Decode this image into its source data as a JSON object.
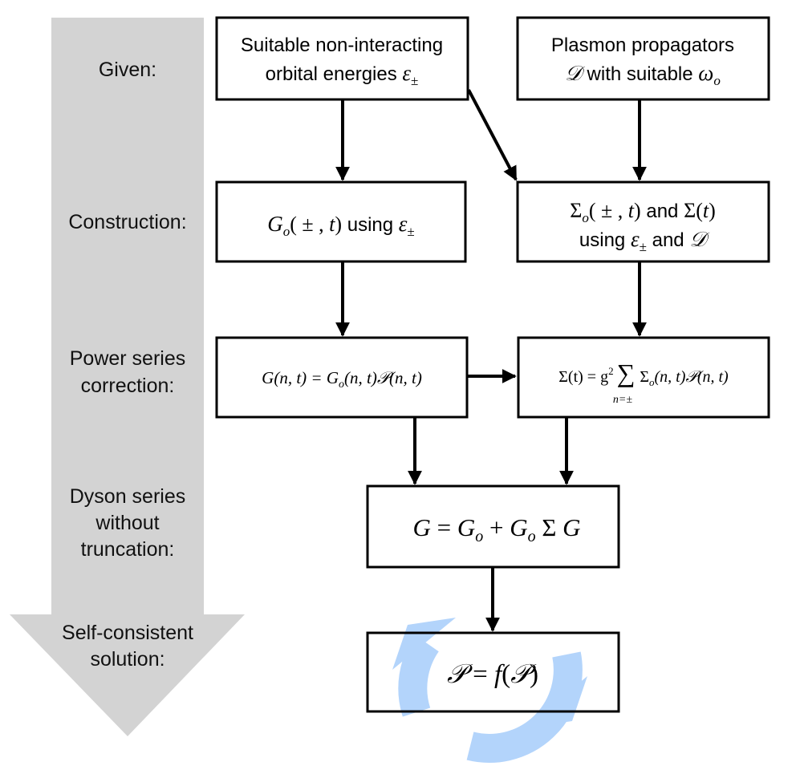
{
  "stages": {
    "given": "Given:",
    "construction": "Construction:",
    "power_1": "Power series",
    "power_2": "correction:",
    "dyson_1": "Dyson series",
    "dyson_2": "without",
    "dyson_3": "truncation:",
    "self_1": "Self-consistent",
    "self_2": "solution:"
  },
  "boxes": {
    "orbital": {
      "line1": "Suitable non-interacting",
      "line2_text": "orbital energies ",
      "eps": "ε",
      "pm": "±"
    },
    "plasmon": {
      "line1": "Plasmon propagators",
      "D": "𝒟",
      "line2_text": " with suitable ",
      "omega": "ω",
      "o": "o"
    },
    "g0": {
      "G": "G",
      "o": "o",
      "args": "( ± , ",
      "t": "t",
      "close": ")",
      "using": " using ",
      "eps": "ε",
      "pm": "±"
    },
    "sigma0": {
      "Sigma": "Σ",
      "o": "o",
      "args": "( ± , ",
      "t": "t",
      "close": ")",
      "and": " and ",
      "Sigma2": "Σ(",
      "t2": "t",
      "close2": ")",
      "using": "using ",
      "eps": "ε",
      "pm": "±",
      "and2": " and ",
      "D": "𝒟"
    },
    "gseries": {
      "G": "G",
      "nt": "(n, t) = ",
      "G2": "G",
      "o": "o",
      "nt2": "(n, t)",
      "P": "𝒫",
      "nt3": "(n, t)"
    },
    "sigmaseries": {
      "lhs": "Σ(t) = g",
      "sq": "2",
      "sum": "∑",
      "range": "n=±",
      "Sigma": "Σ",
      "o": "o",
      "nt": "(n, t)",
      "P": "𝒫",
      "nt2": "(n, t)"
    },
    "dyson": {
      "G": "G",
      "eq": " = ",
      "G1": "G",
      "o1": "o",
      "plus": " + ",
      "G2": "G",
      "o2": "o",
      "Sigma": " Σ ",
      "G3": "G"
    },
    "selfc": {
      "P": "𝒫",
      "eq": " = ",
      "f": "f",
      "open": "(",
      "P2": "𝒫",
      "close": ")"
    }
  },
  "colors": {
    "stage_arrow": "#d3d3d3",
    "cycle_arrow": "#b3d4fb",
    "stroke": "#000000"
  }
}
